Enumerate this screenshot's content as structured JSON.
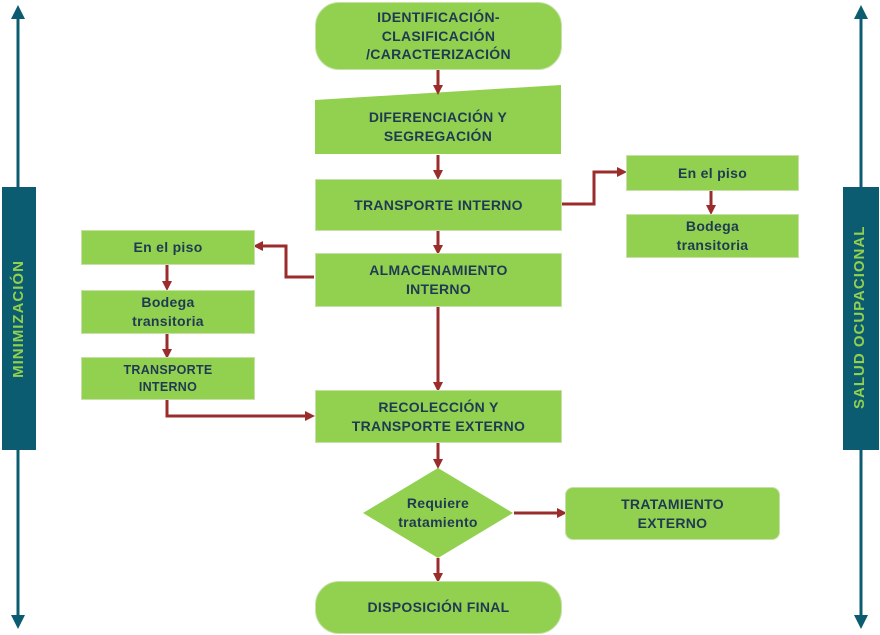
{
  "colors": {
    "box_fill": "#92d050",
    "box_text": "#1f3a52",
    "arrow": "#9b2c2c",
    "side_band": "#0b5c70",
    "side_text": "#92d050"
  },
  "side": {
    "left_label": "MINIMIZACIÓN",
    "right_label": "SALUD OCUPACIONAL"
  },
  "nodes": {
    "identificacion": "IDENTIFICACIÓN-\nCLASIFICACIÓN\n/CARACTERIZACIÓN",
    "diferenciacion": "DIFERENCIACIÓN Y\nSEGREGACIÓN",
    "transporte_interno": "TRANSPORTE INTERNO",
    "almacenamiento": "ALMACENAMIENTO\nINTERNO",
    "recoleccion": "RECOLECCIÓN Y\nTRANSPORTE EXTERNO",
    "requiere": "Requiere\ntratamiento",
    "tratamiento": "TRATAMIENTO\nEXTERNO",
    "disposicion": "DISPOSICIÓN FINAL",
    "right_piso": "En el piso",
    "right_bodega": "Bodega\ntransitoria",
    "left_piso": "En el piso",
    "left_bodega": "Bodega\ntransitoria",
    "left_transporte": "TRANSPORTE\nINTERNO"
  }
}
